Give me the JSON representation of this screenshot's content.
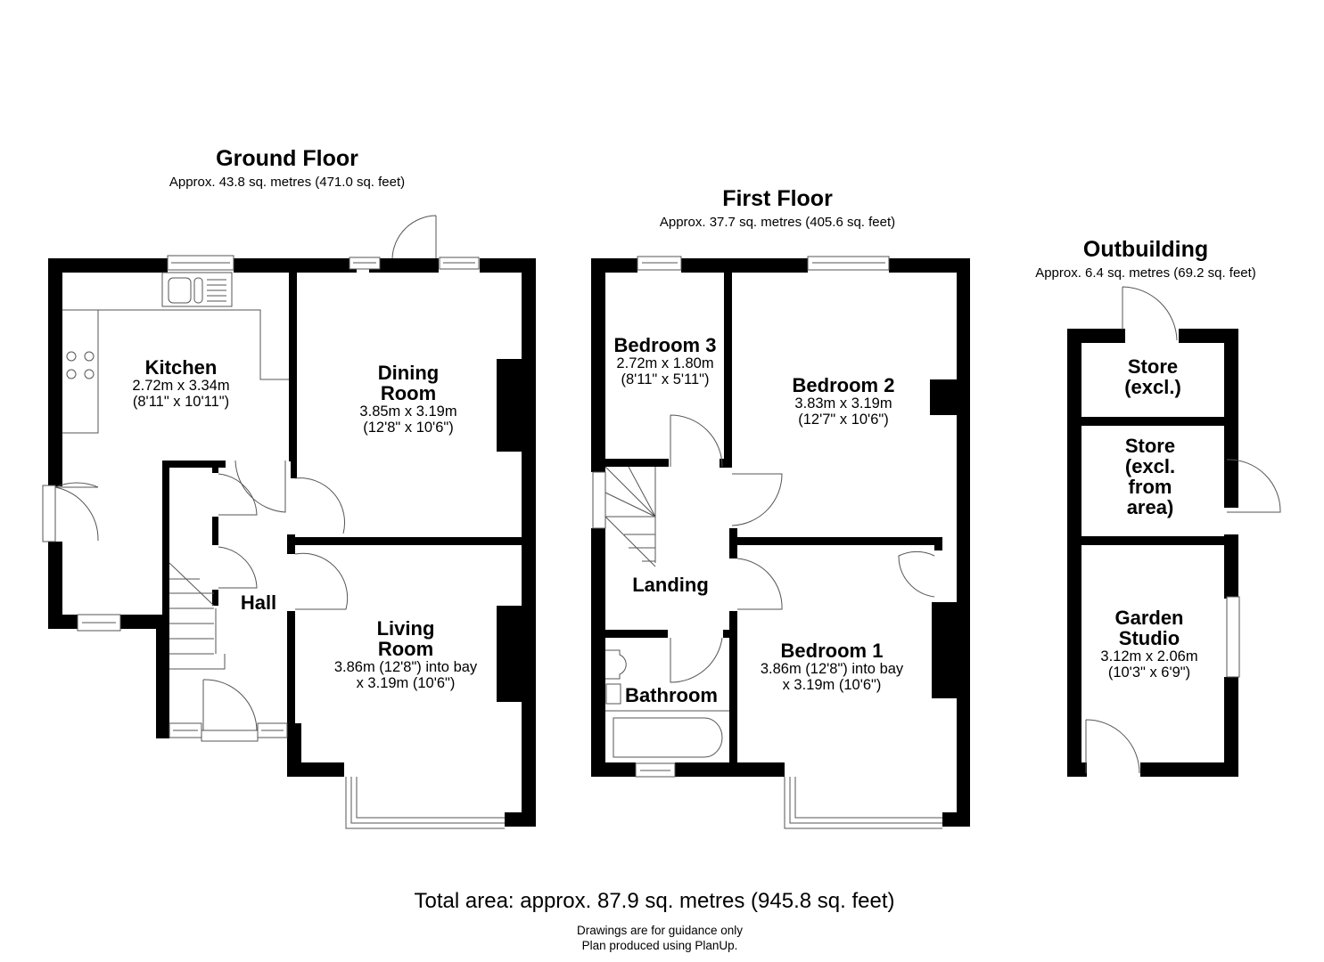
{
  "floors": [
    {
      "title": "Ground Floor",
      "area": "Approx. 43.8 sq. metres (471.0 sq. feet)",
      "rooms": [
        {
          "name": "Kitchen",
          "dim1": "2.72m x 3.34m",
          "dim2": "(8'11\" x 10'11\")"
        },
        {
          "name": "Dining",
          "name2": "Room",
          "dim1": "3.85m x 3.19m",
          "dim2": "(12'8\" x 10'6\")"
        },
        {
          "name": "Hall"
        },
        {
          "name": "Living",
          "name2": "Room",
          "dim1": "3.86m (12'8\") into bay",
          "dim2": "x 3.19m (10'6\")"
        }
      ]
    },
    {
      "title": "First Floor",
      "area": "Approx. 37.7 sq. metres (405.6 sq. feet)",
      "rooms": [
        {
          "name": "Bedroom 3",
          "dim1": "2.72m x 1.80m",
          "dim2": "(8'11\" x 5'11\")"
        },
        {
          "name": "Bedroom 2",
          "dim1": "3.83m x 3.19m",
          "dim2": "(12'7\" x 10'6\")"
        },
        {
          "name": "Landing"
        },
        {
          "name": "Bathroom"
        },
        {
          "name": "Bedroom 1",
          "dim1": "3.86m (12'8\") into bay",
          "dim2": "x 3.19m (10'6\")"
        }
      ]
    },
    {
      "title": "Outbuilding",
      "area": "Approx. 6.4 sq. metres (69.2 sq. feet)",
      "rooms": [
        {
          "name": "Store",
          "name2": "(excl.)"
        },
        {
          "name": "Store",
          "name2": "(excl.",
          "name3": "from",
          "name4": "area)"
        },
        {
          "name": "Garden",
          "name2": "Studio",
          "dim1": "3.12m x 2.06m",
          "dim2": "(10'3\" x 6'9\")"
        }
      ]
    }
  ],
  "footer": {
    "total": "Total area: approx. 87.9 sq. metres (945.8 sq. feet)",
    "note1": "Drawings are for guidance only",
    "note2": "Plan produced using PlanUp."
  }
}
